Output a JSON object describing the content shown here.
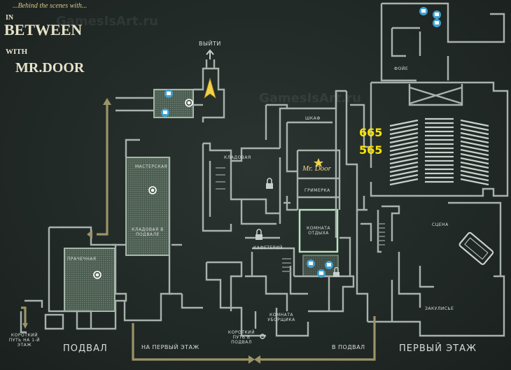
{
  "logo": {
    "tagline": "...Behind the scenes with...",
    "line_in": "IN",
    "line_between": "BETWEEN",
    "line_with": "WITH",
    "line_mrdoor": "MR.DOOR"
  },
  "watermark": {
    "text": "GamesIsArt.ru"
  },
  "labels": {
    "exit": "ВЫЙТИ",
    "foyer": "ФОЙЕ",
    "wardrobe": "ШКАФ",
    "pantry": "КЛАДОВАЯ",
    "workshop": "МАСТЕРСКАЯ",
    "basement_pantry": "КЛАДОВАЯ В ПОДВАЛЕ",
    "laundry": "ПРАЧЕЧНАЯ",
    "dressing_room": "ГРИМЕРКА",
    "lounge": "КОМНАТА ОТДЫХА",
    "cafeteria": "КАФЕТЕРИЙ",
    "stage": "СЦЕНА",
    "backstage": "ЗАКУЛИСЬЕ",
    "janitor_room": "КОМНАТА УБОРЩИКА",
    "shortcut_basement": "КОРОТКИЙ ПУТЬ В ПОДВАЛ",
    "shortcut_first_floor": "КОРОТКИЙ ПУТЬ НА 1-Й ЭТАЖ",
    "star_sign": "Mr. Door"
  },
  "floors": {
    "basement": "ПОДВАЛ",
    "first_floor": "ПЕРВЫЙ ЭТАЖ",
    "to_first_floor": "НА ПЕРВЫЙ ЭТАЖ",
    "to_basement": "В ПОДВАЛ"
  },
  "codes": {
    "first": "665",
    "second": "565"
  },
  "icons": [
    "you-are-here-arrow-icon",
    "lock-icon",
    "coffee-cup-icon",
    "gear-icon",
    "film-reel-icon",
    "star-icon"
  ],
  "colors": {
    "background": "#222a28",
    "walls": "#a8b2ad",
    "path": "#9c9466",
    "arrow": "#f2d24a",
    "code": "#ffe400",
    "room_highlight": "#7f9a86"
  }
}
